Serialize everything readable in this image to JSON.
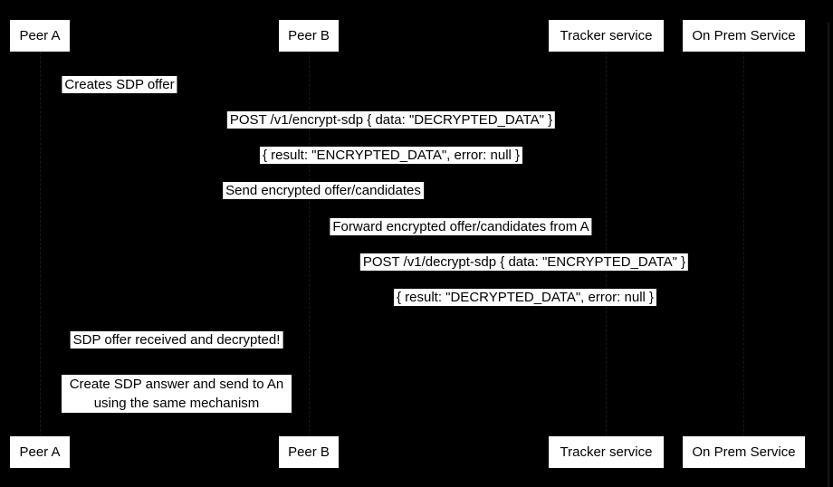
{
  "diagram": {
    "type": "sequence-diagram",
    "colors": {
      "background": "#000000",
      "box_fill": "#ffffff",
      "box_text": "#000000",
      "lifeline": "#191919"
    },
    "participants": [
      {
        "label": "Peer A"
      },
      {
        "label": "Peer B"
      },
      {
        "label": "Tracker service"
      },
      {
        "label": "On Prem Service"
      }
    ],
    "messages": [
      {
        "text": "Creates SDP offer"
      },
      {
        "text": "POST /v1/encrypt-sdp { data: \"DECRYPTED_DATA\" }"
      },
      {
        "text": "{ result: \"ENCRYPTED_DATA\", error: null }"
      },
      {
        "text": "Send encrypted offer/candidates"
      },
      {
        "text": "Forward encrypted offer/candidates from A"
      },
      {
        "text": "POST /v1/decrypt-sdp { data: \"ENCRYPTED_DATA\" }"
      },
      {
        "text": "{ result: \"DECRYPTED_DATA\", error: null }"
      },
      {
        "text": "SDP offer received and decrypted!"
      }
    ],
    "note": {
      "line1": "Create SDP answer and send to An",
      "line2": "using the same mechanism"
    }
  }
}
